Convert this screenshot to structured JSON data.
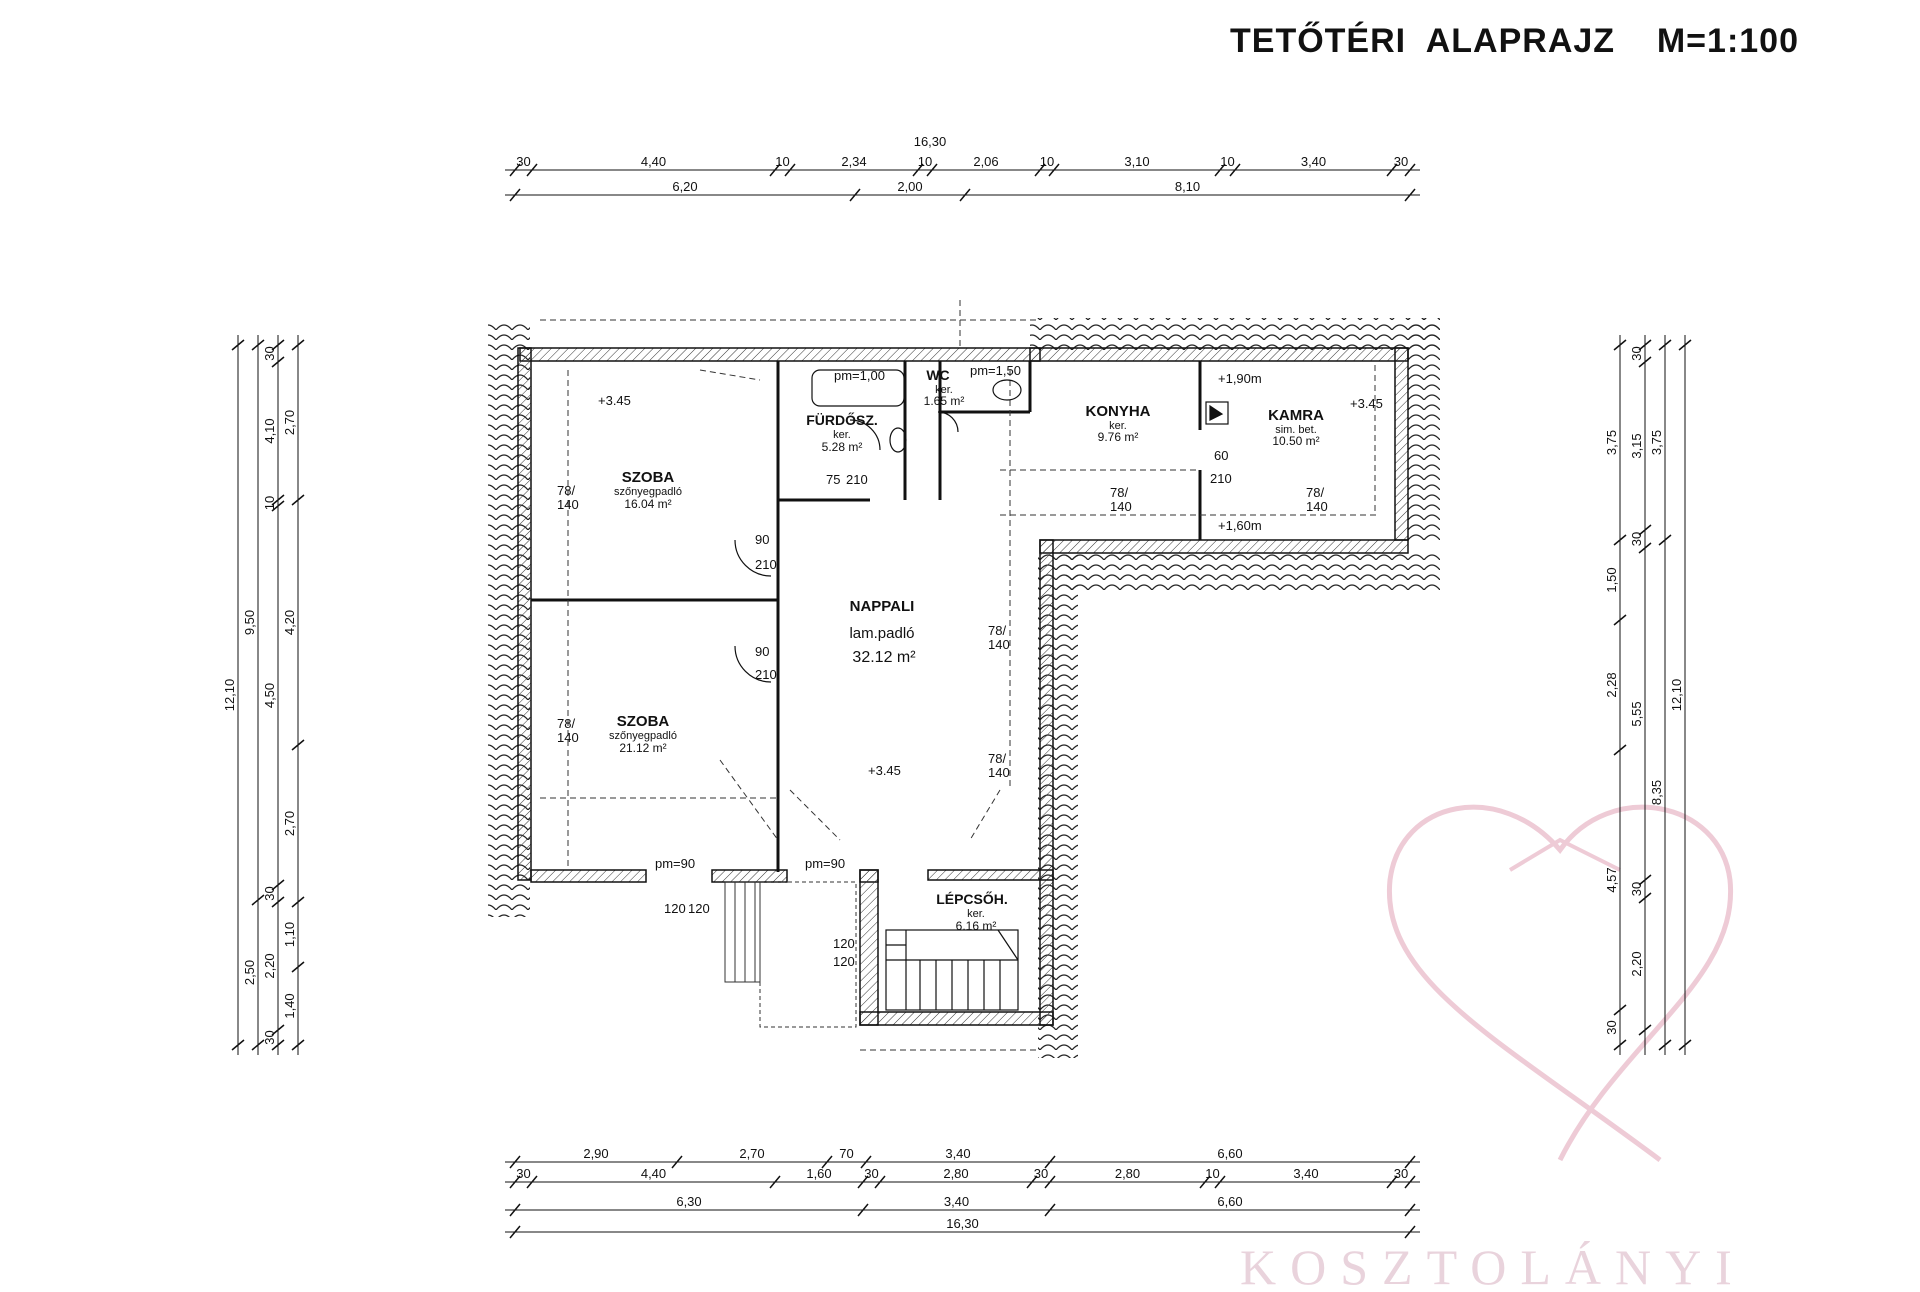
{
  "title": "TETŐTÉRI  ALAPRAJZ    M=1:100",
  "watermark": "KOSZTOLÁNYI",
  "rooms": {
    "szoba1": {
      "name": "SZOBA",
      "floor": "szőnyegpadló",
      "area": "16.04 m²"
    },
    "szoba2": {
      "name": "SZOBA",
      "floor": "szőnyegpadló",
      "area": "21.12 m²"
    },
    "furdo": {
      "name": "FÜRDŐSZ.",
      "floor": "ker.",
      "area": "5.28 m²"
    },
    "wc": {
      "name": "WC",
      "floor": "ker.",
      "area": "1.65 m²"
    },
    "konyha": {
      "name": "KONYHA",
      "floor": "ker.",
      "area": "9.76 m²"
    },
    "kamra": {
      "name": "KAMRA",
      "floor": "sim. bet.",
      "area": "10.50 m²"
    },
    "nappali": {
      "name": "NAPPALI",
      "floor": "lam.padló",
      "area": "32.12 m²"
    },
    "lepcso": {
      "name": "LÉPCSŐH.",
      "floor": "ker.",
      "area": "6.16 m²"
    }
  },
  "annotations": {
    "lvl_3_45": "+3.45",
    "lvl_1_90": "+1,90m",
    "lvl_1_60": "+1,60m",
    "pm_1_00": "pm=1,00",
    "pm_1_50": "pm=1,50",
    "pm_90": "pm=90",
    "win_78_140": "78/\n140",
    "door_90": "90",
    "door_210": "210",
    "door_75": "75",
    "door_60": "60",
    "door_120": "120"
  },
  "dims_top": {
    "total": "16,30",
    "row1": [
      "30",
      "4,40",
      "10",
      "2,34",
      "10",
      "2,06",
      "10",
      "3,10",
      "10",
      "3,40",
      "30"
    ],
    "row2": [
      "6,20",
      "2,00",
      "8,10"
    ]
  },
  "dims_bottom": {
    "row1": [
      "2,90",
      "2,70",
      "70",
      "3,40",
      "6,60"
    ],
    "row2": [
      "30",
      "4,40",
      "1,60",
      "30",
      "2,80",
      "30",
      "2,80",
      "10",
      "3,40",
      "30"
    ],
    "row3": [
      "6,30",
      "3,40",
      "6,60"
    ],
    "total": "16,30"
  },
  "dims_left": {
    "total": "12,10",
    "col2": [
      "9,50",
      "2,50"
    ],
    "col3": [
      "30",
      "4,10",
      "10",
      "4,50",
      "30",
      "2,20",
      "30"
    ],
    "col4": [
      "2,70",
      "4,20",
      "2,70",
      "1,10",
      "1,40"
    ]
  },
  "dims_right": {
    "col1": [
      "3,75",
      "1,50",
      "2,28",
      "4,57",
      "30"
    ],
    "col2": [
      "30",
      "3,15",
      "30",
      "5,55",
      "30",
      "2,20"
    ],
    "col3": [
      "3,75",
      "8,35"
    ],
    "total": "12,10"
  }
}
